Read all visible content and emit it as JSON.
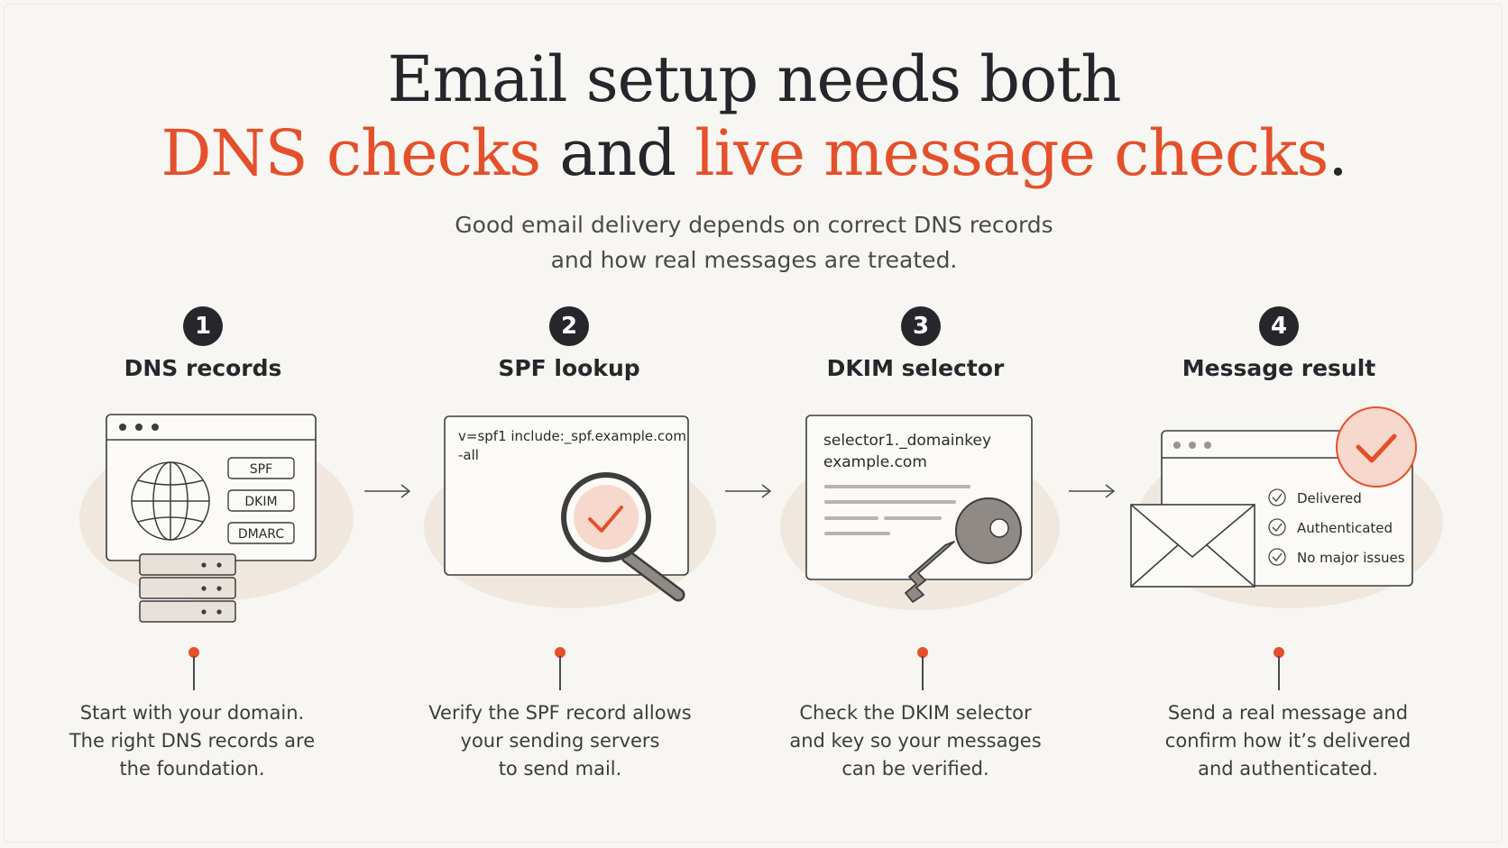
{
  "title": {
    "line1": "Email setup needs both",
    "accent1": "DNS checks",
    "middle": " and ",
    "accent2": "live message checks",
    "end": "."
  },
  "subtitle": {
    "line1": "Good email delivery depends on correct DNS records",
    "line2": "and how real messages are treated."
  },
  "colors": {
    "accent": "#e4502b",
    "dark": "#26272b",
    "background": "#f8f6f2"
  },
  "steps": [
    {
      "number": "1",
      "title": "DNS records",
      "icon": "browser-globe-server-icon",
      "tags": [
        "SPF",
        "DKIM",
        "DMARC"
      ],
      "desc": [
        "Start with your domain.",
        "The right DNS records are",
        "the foundation."
      ]
    },
    {
      "number": "2",
      "title": "SPF lookup",
      "icon": "magnifier-check-icon",
      "record": [
        "v=spf1 include:_spf.example.com",
        "-all"
      ],
      "desc": [
        "Verify the SPF record allows",
        "your sending servers",
        "to send mail."
      ]
    },
    {
      "number": "3",
      "title": "DKIM selector",
      "icon": "key-icon",
      "record": [
        "selector1._domainkey",
        "example.com"
      ],
      "desc": [
        "Check the DKIM selector",
        "and key so your messages",
        "can be verified."
      ]
    },
    {
      "number": "4",
      "title": "Message result",
      "icon": "envelope-check-icon",
      "checks": [
        "Delivered",
        "Authenticated",
        "No major issues"
      ],
      "desc": [
        "Send a real message and",
        "confirm how it’s delivered",
        "and authenticated."
      ]
    }
  ]
}
